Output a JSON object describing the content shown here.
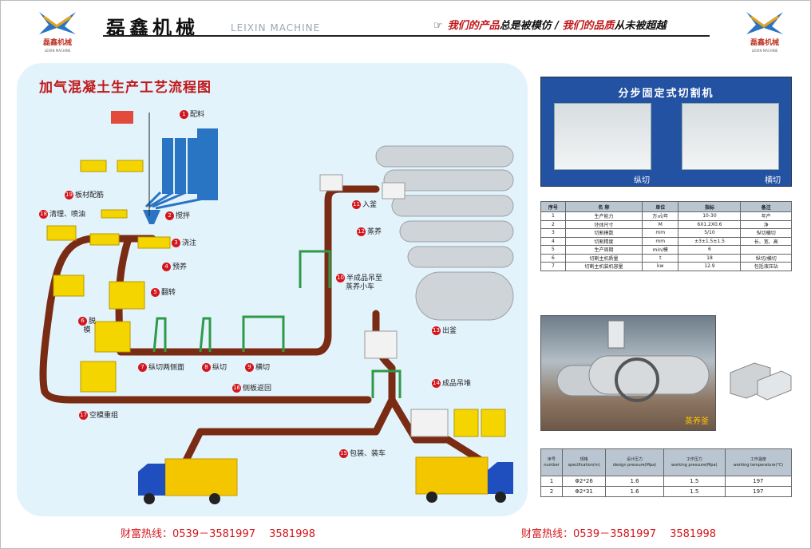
{
  "header": {
    "logo_label": "磊鑫机械",
    "logo_tagline": "LEIXIN MACHINE",
    "brand_cn": "磊鑫机械",
    "brand_en": "LEIXIN MACHINE",
    "slogan_part1": "我们的",
    "slogan_part2": "产品",
    "slogan_part3": "总是被模仿 /",
    "slogan_part4": "我们的",
    "slogan_part5": "品质",
    "slogan_part6": "从未被超越"
  },
  "flow": {
    "title": "加气混凝土生产工艺流程图",
    "steps": [
      {
        "n": "1",
        "label": "配料"
      },
      {
        "n": "2",
        "label": "搅拌"
      },
      {
        "n": "3",
        "label": "浇注"
      },
      {
        "n": "4",
        "label": "预养"
      },
      {
        "n": "5",
        "label": "翻转"
      },
      {
        "n": "6",
        "label": "脱 模"
      },
      {
        "n": "7",
        "label": "纵切两侧面"
      },
      {
        "n": "8",
        "label": "纵切"
      },
      {
        "n": "9",
        "label": "横切"
      },
      {
        "n": "10",
        "label": "半成品吊至"
      },
      {
        "n": "11",
        "label": "入釜"
      },
      {
        "n": "12",
        "label": "蒸养"
      },
      {
        "n": "13",
        "label": "出釜"
      },
      {
        "n": "14",
        "label": "成品吊堆"
      },
      {
        "n": "15",
        "label": "包装、装车"
      },
      {
        "n": "16",
        "label": "侧板返回"
      },
      {
        "n": "17",
        "label": "空模重组"
      },
      {
        "n": "18",
        "label": "清理、喷油"
      },
      {
        "n": "19",
        "label": "板材配筋"
      }
    ],
    "step10_line2": "蒸养小车"
  },
  "cutter": {
    "title": "分步固定式切割机",
    "left_caption": "纵切",
    "right_caption": "横切"
  },
  "spec_table": {
    "headers": [
      "序号",
      "名 称",
      "单位",
      "指标",
      "备注"
    ],
    "rows": [
      [
        "1",
        "生产能力",
        "万㎡/年",
        "10-30",
        "年产"
      ],
      [
        "2",
        "坯体尺寸",
        "M",
        "6X1.2X0.6",
        "净"
      ],
      [
        "3",
        "切割模数",
        "mm",
        "5/10",
        "纵切横切"
      ],
      [
        "4",
        "切割精度",
        "mm",
        "±3±1.5±1.5",
        "长、宽、高"
      ],
      [
        "5",
        "生产周期",
        "min/模",
        "6",
        ""
      ],
      [
        "6",
        "切割主机质量",
        "t",
        "18",
        "纵切/横切"
      ],
      [
        "7",
        "切割主机装机容量",
        "kw",
        "12.9",
        "包括液压站"
      ]
    ]
  },
  "autoclave": {
    "caption": "蒸养釜"
  },
  "autoclave_table": {
    "headers": [
      [
        "序号",
        "number"
      ],
      [
        "规格",
        "specification(m)"
      ],
      [
        "设计压力",
        "design pressure(Mpa)"
      ],
      [
        "工作压力",
        "working pressure(Mpa)"
      ],
      [
        "工作温度",
        "working temperature(℃)"
      ]
    ],
    "rows": [
      [
        "1",
        "Φ2*26",
        "1.6",
        "1.5",
        "197"
      ],
      [
        "2",
        "Φ2*31",
        "1.6",
        "1.5",
        "197"
      ]
    ]
  },
  "footer": {
    "hotline": "财富热线：0539－3581997　 3581998"
  },
  "colors": {
    "belt": "#7a2b13",
    "vessel": "#2a74c4",
    "container": "#f4c600",
    "brand_red": "#d4161c",
    "panel_blue": "#2352a3"
  }
}
